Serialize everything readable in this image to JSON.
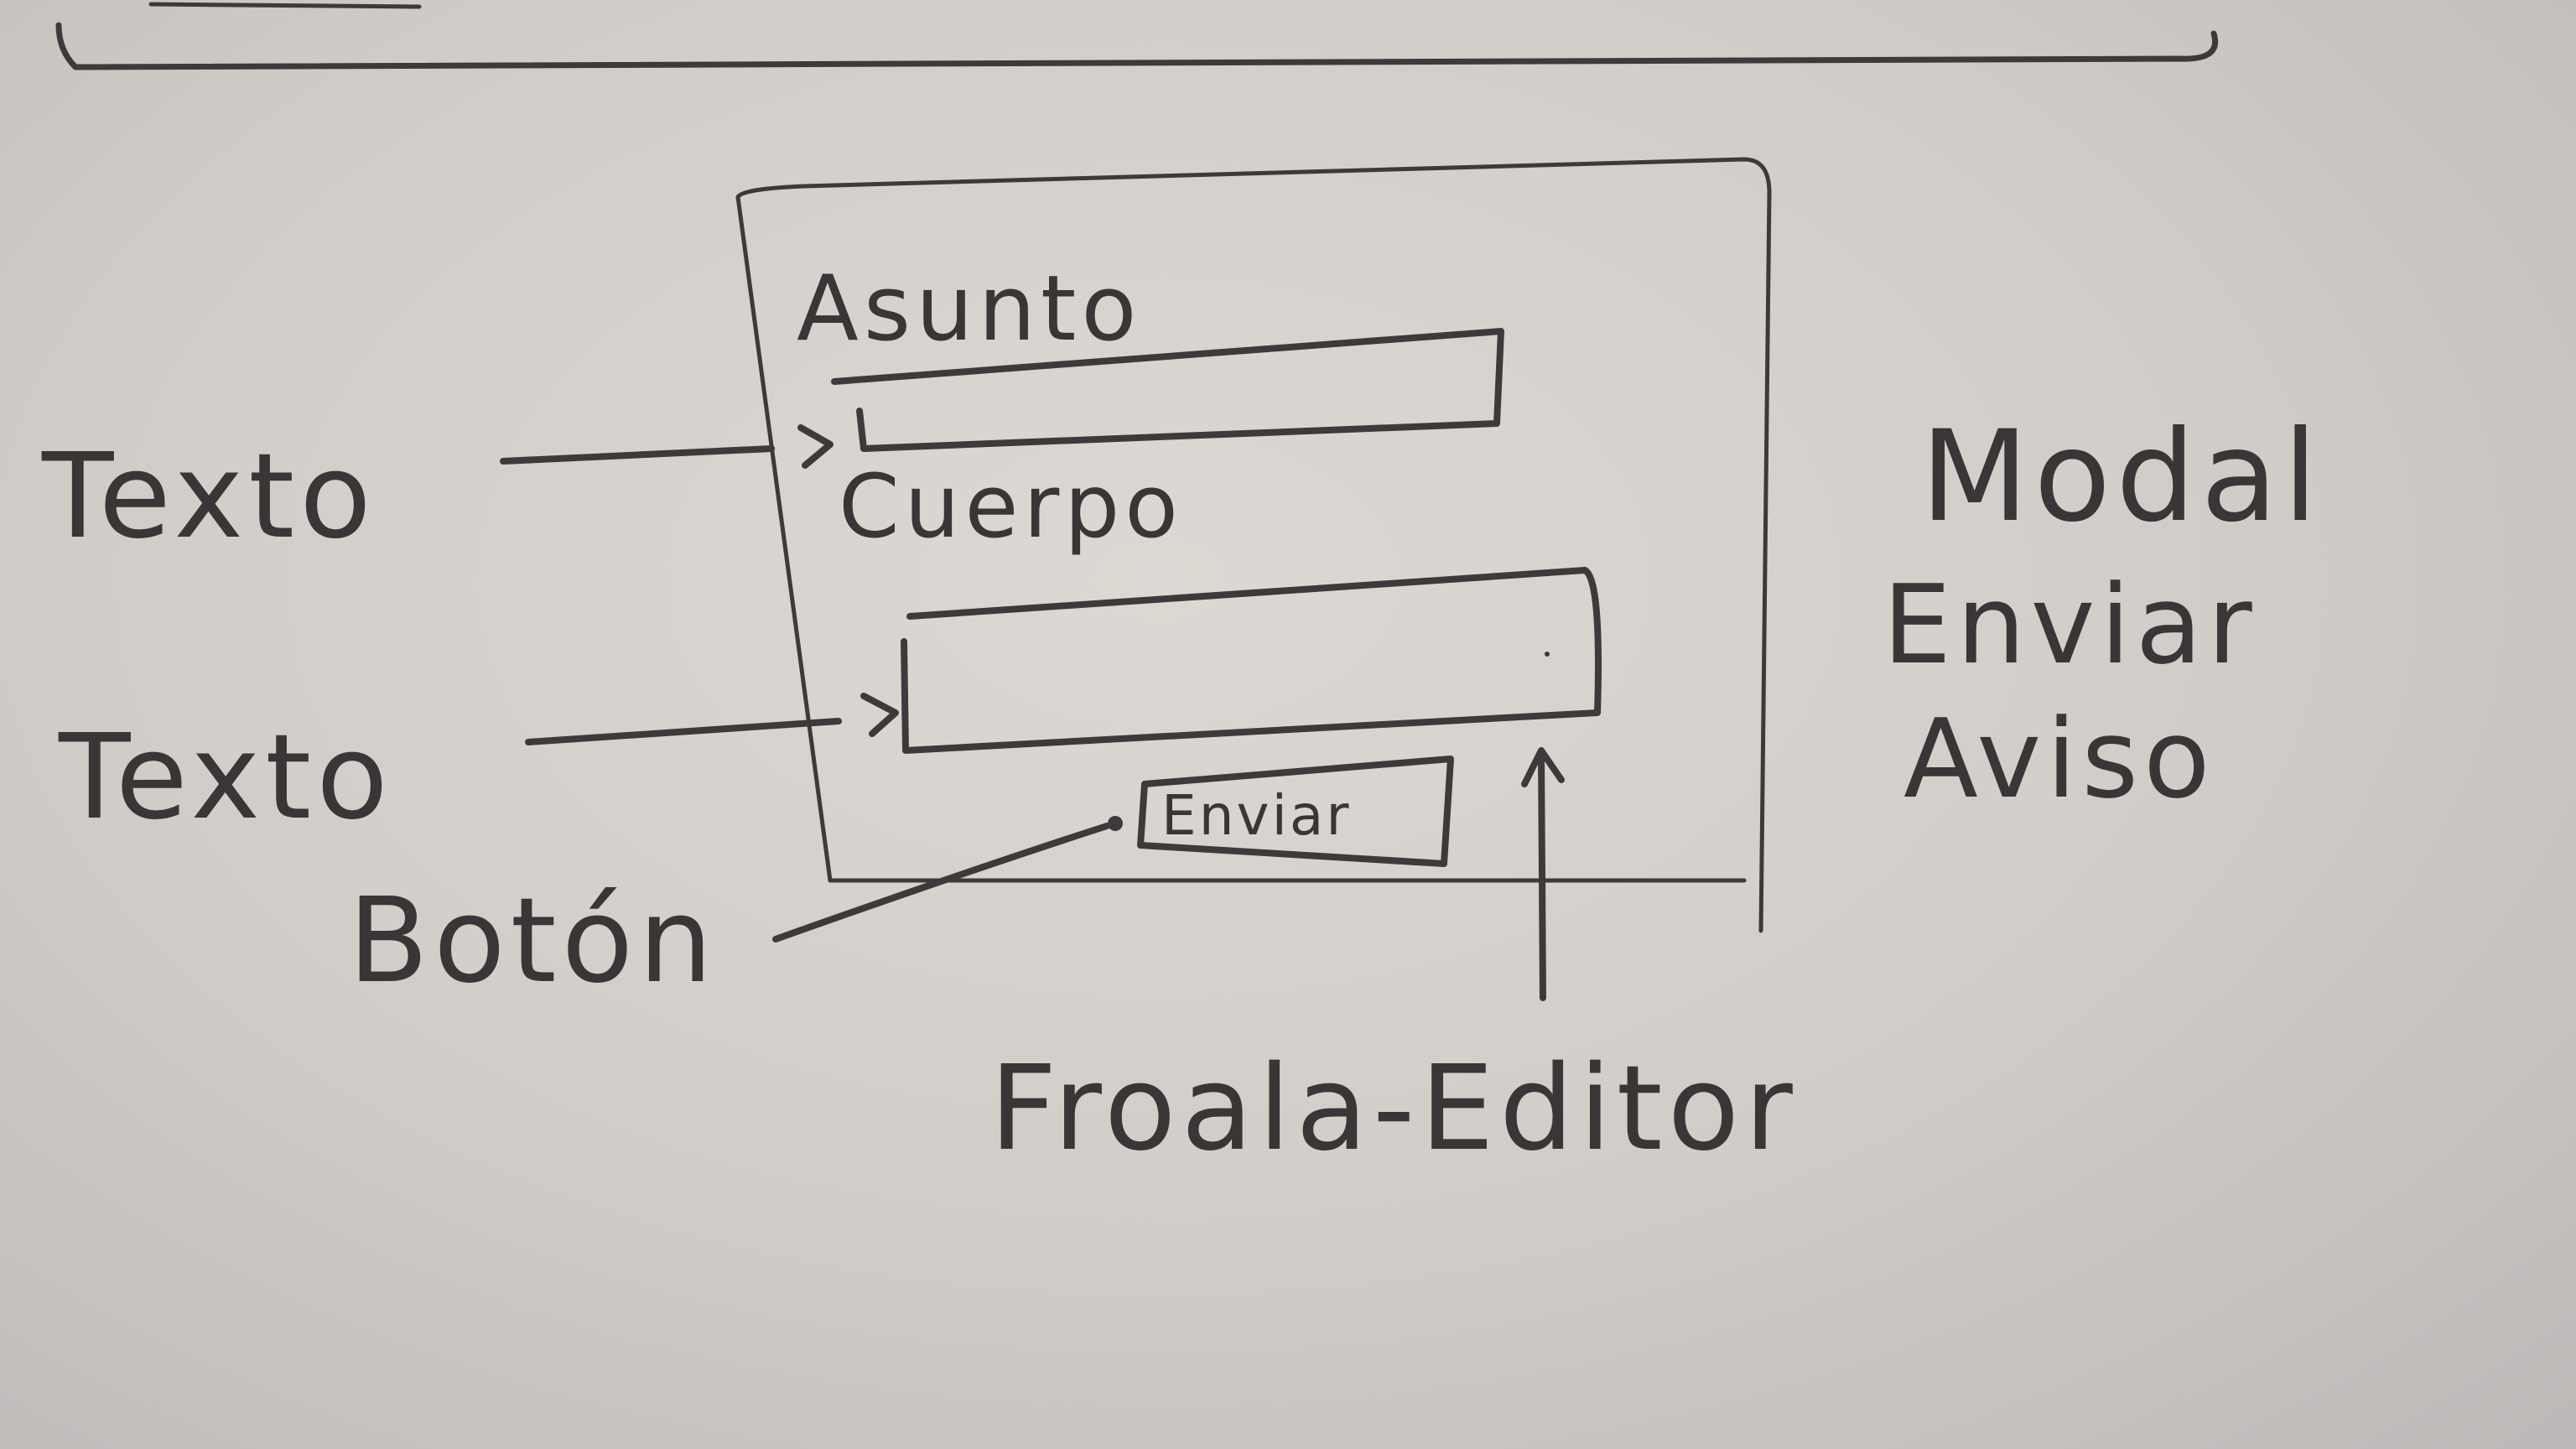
{
  "modal": {
    "subject_label": "Asunto",
    "body_label": "Cuerpo",
    "send_button": "Enviar"
  },
  "annotations": {
    "subject_input_note": "Texto",
    "body_input_note": "Texto",
    "button_note": "Botón",
    "editor_note": "Froala-Editor",
    "title_line1": "Modal",
    "title_line2": "Enviar",
    "title_line3": "Aviso"
  },
  "colors": {
    "ink": "#3a3637",
    "paper": "#d6d1cd"
  }
}
